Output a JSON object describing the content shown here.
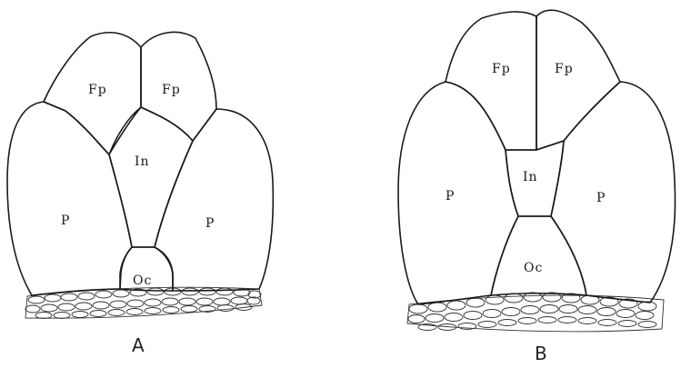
{
  "figure": {
    "panels": [
      {
        "id": "A",
        "label": "A",
        "plates": {
          "fp_left": "Fp",
          "fp_right": "Fp",
          "in": "In",
          "p_left": "P",
          "p_right": "P",
          "oc": "Oc"
        }
      },
      {
        "id": "B",
        "label": "B",
        "plates": {
          "fp_left": "Fp",
          "fp_right": "Fp",
          "in": "In",
          "p_left": "P",
          "p_right": "P",
          "oc": "Oc"
        }
      }
    ]
  }
}
